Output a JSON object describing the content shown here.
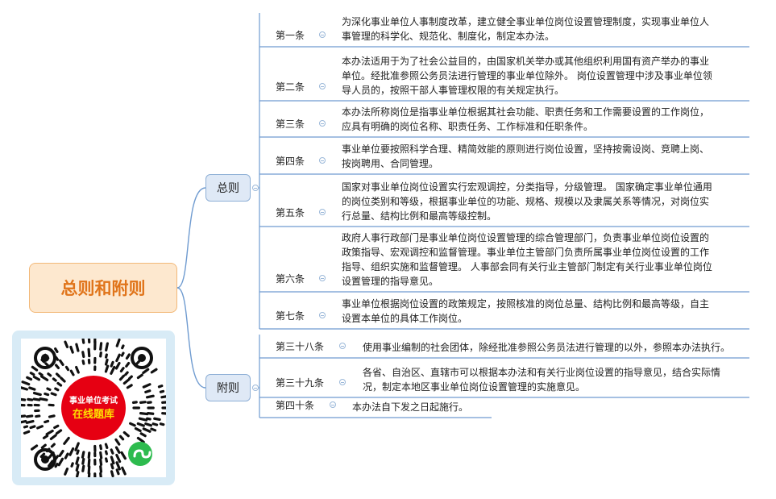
{
  "root": {
    "label": "总则和附则"
  },
  "colors": {
    "line": "#6f9bd0",
    "root_bg": "#fde8cf",
    "root_text": "#e0741a",
    "branch_bg": "#dfe9f6",
    "qr_red": "#e60012",
    "qr_green": "#2dbb4e"
  },
  "branches": [
    {
      "label": "总则",
      "articles": [
        {
          "num": "第一条",
          "text": [
            "为深化事业单位人事制度改革，建立健全事业单位岗位设置管理制度，实现事业单位人",
            "事管理的科学化、规范化、制度化，制定本办法。"
          ]
        },
        {
          "num": "第二条",
          "text": [
            "本办法适用于为了社会公益目的，由国家机关举办或其他组织利用国有资产举办的事业",
            "单位。经批准参照公务员法进行管理的事业单位除外。 岗位设置管理中涉及事业单位领",
            "导人员的，按照干部人事管理权限的有关规定执行。"
          ]
        },
        {
          "num": "第三条",
          "text": [
            "本办法所称岗位是指事业单位根据其社会功能、职责任务和工作需要设置的工作岗位，",
            "应具有明确的岗位名称、职责任务、工作标准和任职条件。"
          ]
        },
        {
          "num": "第四条",
          "text": [
            "事业单位要按照科学合理、精简效能的原则进行岗位设置，坚持按需设岗、竞聘上岗、",
            "按岗聘用、合同管理。"
          ]
        },
        {
          "num": "第五条",
          "text": [
            "国家对事业单位岗位设置实行宏观调控，分类指导，分级管理。 国家确定事业单位通用",
            "的岗位类别和等级，根据事业单位的功能、规格、规模以及隶属关系等情况，对岗位实",
            "行总量、结构比例和最高等级控制。"
          ]
        },
        {
          "num": "第六条",
          "text": [
            "政府人事行政部门是事业单位岗位设置管理的综合管理部门，负责事业单位岗位设置的",
            "政策指导、宏观调控和监督管理。事业单位主管部门负责所属事业单位岗位设置的工作",
            "指导、组织实施和监督管理。 人事部会同有关行业主管部门制定有关行业事业单位岗位",
            "设置管理的指导意见。"
          ]
        },
        {
          "num": "第七条",
          "text": [
            "事业单位根据岗位设置的政策规定，按照核准的岗位总量、结构比例和最高等级，自主",
            "设置本单位的具体工作岗位。"
          ]
        }
      ]
    },
    {
      "label": "附则",
      "articles": [
        {
          "num": "第三十八条",
          "text": [
            "使用事业编制的社会团体，除经批准参照公务员法进行管理的以外，参照本办法执行。"
          ]
        },
        {
          "num": "第三十九条",
          "text": [
            "各省、自治区、直辖市可以根据本办法和有关行业岗位设置的指导意见，结合实际情",
            "况，制定本地区事业单位岗位设置管理的实施意见。"
          ]
        },
        {
          "num": "第四十条",
          "text": [
            "本办法自下发之日起施行。"
          ]
        }
      ]
    }
  ],
  "qr": {
    "line1": "事业单位考试",
    "line2": "在线题库",
    "logo_icon": "mini-program-icon"
  }
}
